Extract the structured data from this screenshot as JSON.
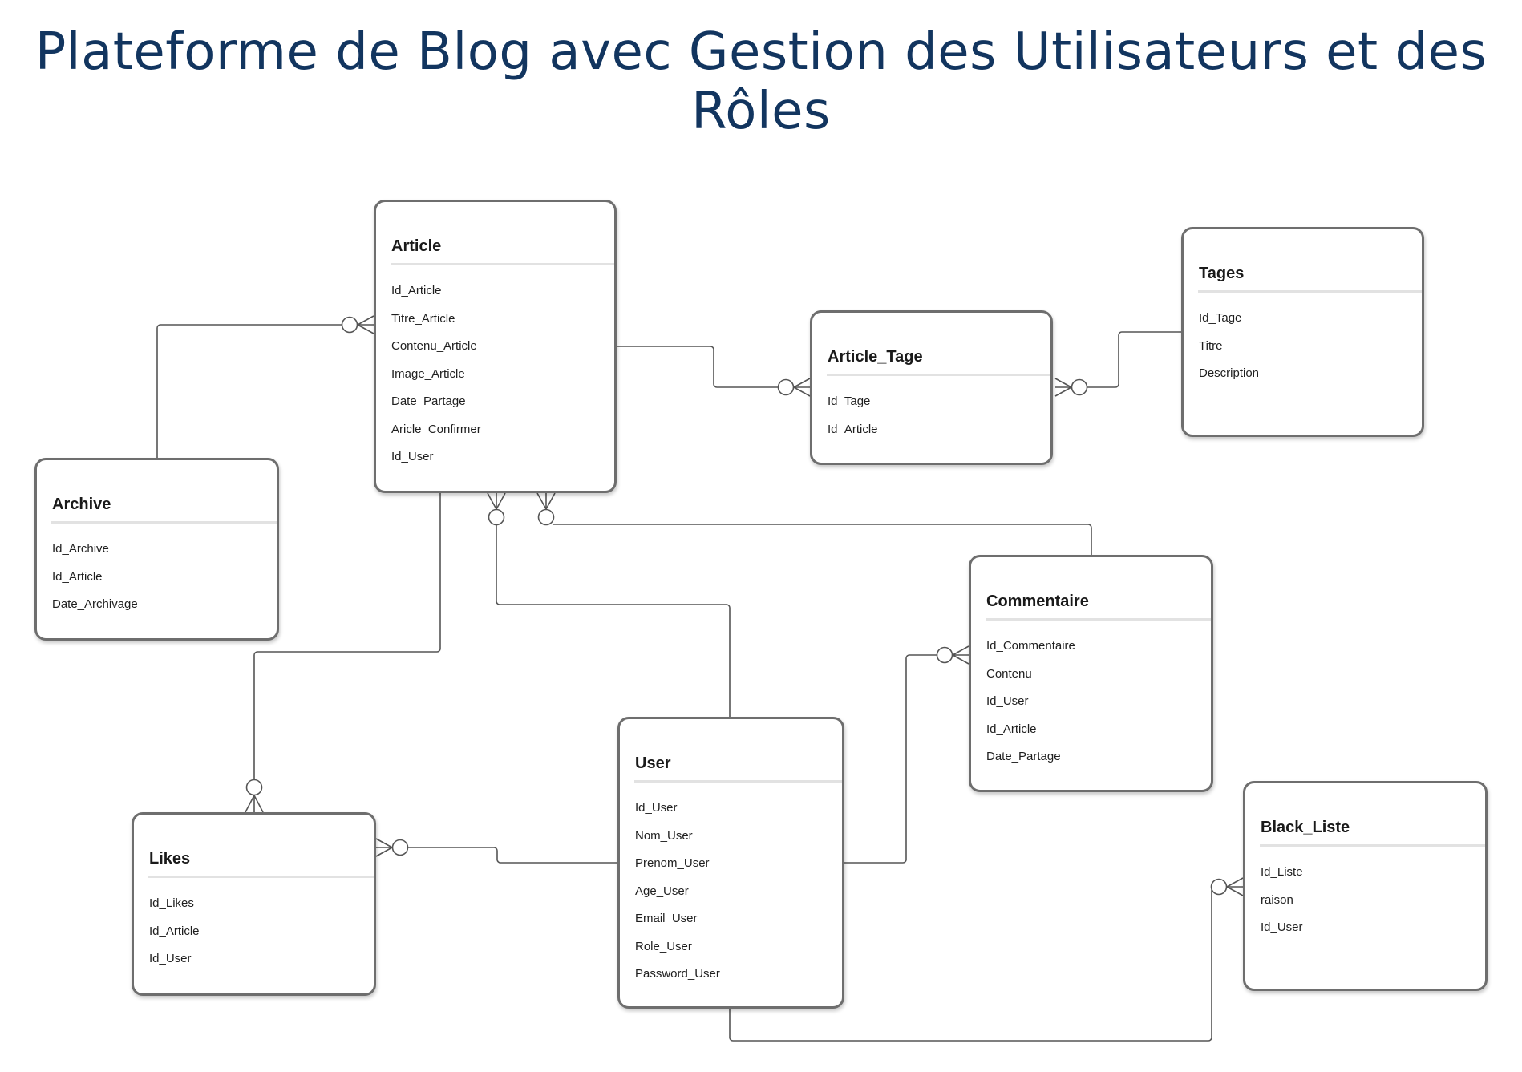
{
  "title": "Plateforme de Blog avec Gestion des Utilisateurs et des Rôles",
  "colors": {
    "title": "#12355f",
    "entity_border": "#6e6e6e",
    "connector": "#555555",
    "divider": "#e2e2e2"
  },
  "entities": {
    "article": {
      "name": "Article",
      "fields": [
        "Id_Article",
        "Titre_Article",
        "Contenu_Article",
        "Image_Article",
        "Date_Partage",
        "Aricle_Confirmer",
        "Id_User"
      ]
    },
    "tages": {
      "name": "Tages",
      "fields": [
        "Id_Tage",
        "Titre",
        "Description"
      ]
    },
    "article_tage": {
      "name": "Article_Tage",
      "fields": [
        "Id_Tage",
        "Id_Article"
      ]
    },
    "archive": {
      "name": "Archive",
      "fields": [
        "Id_Archive",
        "Id_Article",
        "Date_Archivage"
      ]
    },
    "commentaire": {
      "name": "Commentaire",
      "fields": [
        "Id_Commentaire",
        "Contenu",
        "Id_User",
        "Id_Article",
        "Date_Partage"
      ]
    },
    "user": {
      "name": "User",
      "fields": [
        "Id_User",
        "Nom_User",
        "Prenom_User",
        "Age_User",
        "Email_User",
        "Role_User",
        "Password_User"
      ]
    },
    "likes": {
      "name": "Likes",
      "fields": [
        "Id_Likes",
        "Id_Article",
        "Id_User"
      ]
    },
    "black_liste": {
      "name": "Black_Liste",
      "fields": [
        "Id_Liste",
        "raison",
        "Id_User"
      ]
    }
  },
  "relationships": [
    {
      "from": "Archive",
      "to": "Article",
      "to_cardinality": "zero-or-many"
    },
    {
      "from": "Article",
      "to": "Article_Tage",
      "to_cardinality": "zero-or-many"
    },
    {
      "from": "Tages",
      "to": "Article_Tage",
      "to_cardinality": "zero-or-many"
    },
    {
      "from": "User",
      "to": "Article",
      "to_cardinality": "zero-or-many"
    },
    {
      "from": "Commentaire",
      "to": "Article",
      "to_cardinality": "zero-or-many"
    },
    {
      "from": "Article",
      "to": "Likes",
      "to_cardinality": "zero-or-many"
    },
    {
      "from": "User",
      "to": "Likes",
      "to_cardinality": "zero-or-many"
    },
    {
      "from": "User",
      "to": "Commentaire",
      "to_cardinality": "zero-or-many"
    },
    {
      "from": "User",
      "to": "Black_Liste",
      "to_cardinality": "zero-or-many"
    }
  ]
}
